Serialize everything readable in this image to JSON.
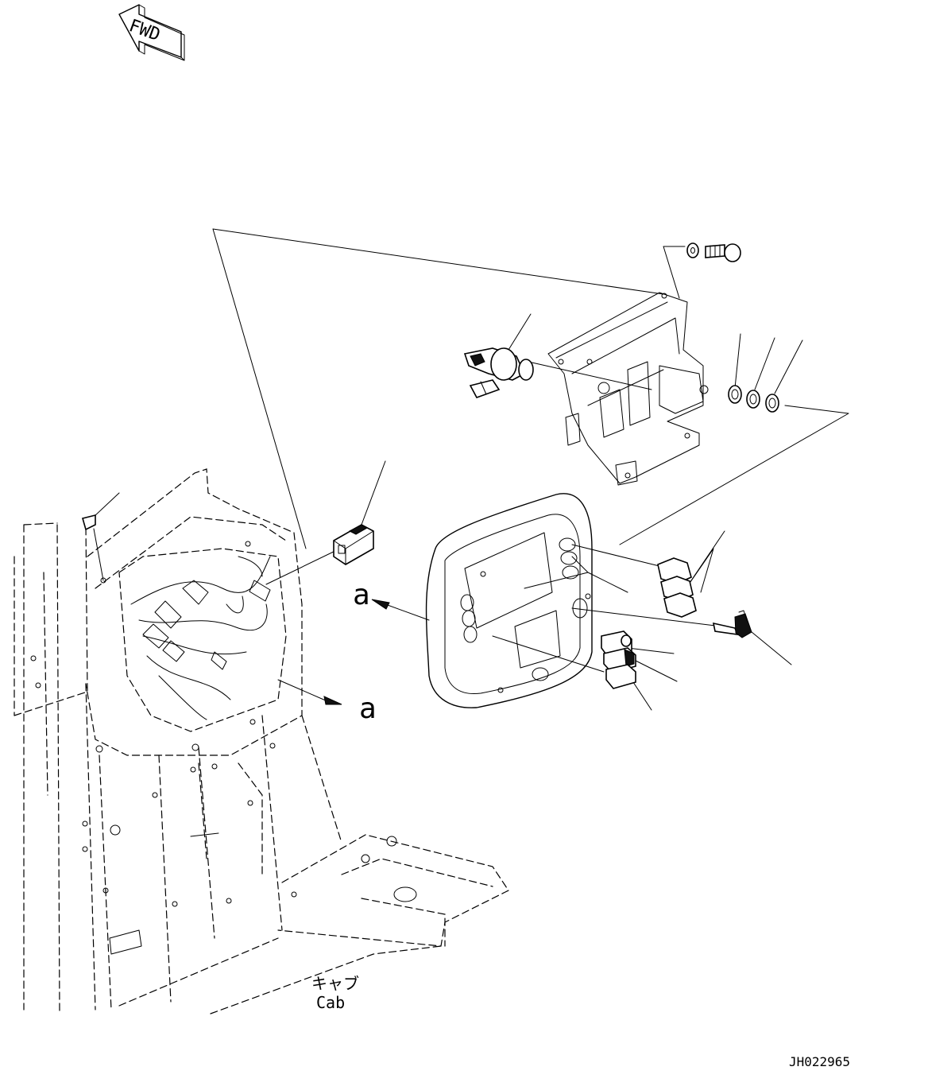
{
  "fwd_label": "FWD",
  "view_labels": {
    "left": "a",
    "right": "a"
  },
  "cab_label": {
    "jp": "キャブ",
    "en": "Cab"
  },
  "drawing_number": "JH022965"
}
